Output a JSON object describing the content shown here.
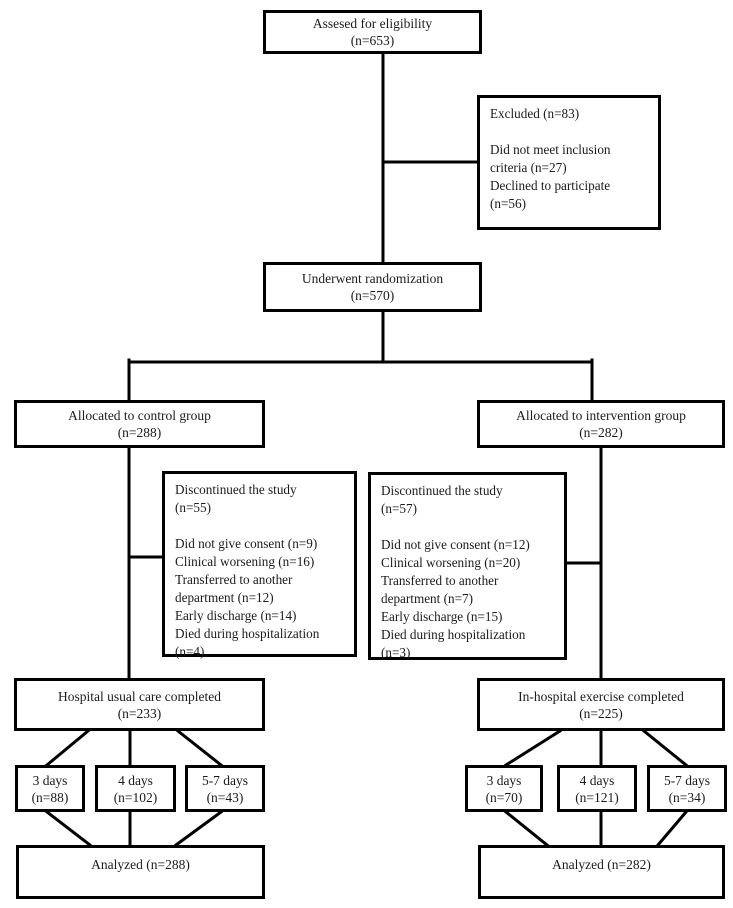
{
  "figure": {
    "kind": "consort-flow-diagram",
    "colors": {
      "line": "#000000",
      "text": "#1b1b1b",
      "background": "#ffffff"
    }
  },
  "boxes": {
    "assessed": {
      "line1": "Assesed for eligibility",
      "line2": "(n=653)"
    },
    "excluded": {
      "lines": [
        "Excluded (n=83)",
        "",
        "Did not meet inclusion",
        "criteria (n=27)",
        "Declined to participate",
        "(n=56)"
      ]
    },
    "randomization": {
      "line1": "Underwent randomization",
      "line2": "(n=570)"
    },
    "allocated_control": {
      "line1": "Allocated to control group",
      "line2": "(n=288)"
    },
    "allocated_intervention": {
      "line1": "Allocated to intervention group",
      "line2": "(n=282)"
    },
    "discontinued_control": {
      "lines": [
        "Discontinued the study",
        "(n=55)",
        "",
        "Did not give consent (n=9)",
        "Clinical worsening (n=16)",
        "Transferred to another",
        "department (n=12)",
        "Early discharge (n=14)",
        "Died during hospitalization",
        "(n=4)"
      ]
    },
    "discontinued_intervention": {
      "lines": [
        "Discontinued the study",
        "(n=57)",
        "",
        "Did not give consent (n=12)",
        "Clinical worsening (n=20)",
        "Transferred to another",
        "department (n=7)",
        "Early discharge (n=15)",
        "Died during hospitalization",
        "(n=3)"
      ]
    },
    "completed_control": {
      "line1": "Hospital usual care completed",
      "line2": "(n=233)"
    },
    "completed_intervention": {
      "line1": "In-hospital exercise completed",
      "line2": "(n=225)"
    },
    "days_control": [
      {
        "line1": "3 days",
        "line2": "(n=88)"
      },
      {
        "line1": "4 days",
        "line2": "(n=102)"
      },
      {
        "line1": "5-7 days",
        "line2": "(n=43)"
      }
    ],
    "days_intervention": [
      {
        "line1": "3 days",
        "line2": "(n=70)"
      },
      {
        "line1": "4 days",
        "line2": "(n=121)"
      },
      {
        "line1": "5-7 days",
        "line2": "(n=34)"
      }
    ],
    "analyzed_control": {
      "line1": "Analyzed (n=288)"
    },
    "analyzed_intervention": {
      "line1": "Analyzed (n=282)"
    }
  }
}
